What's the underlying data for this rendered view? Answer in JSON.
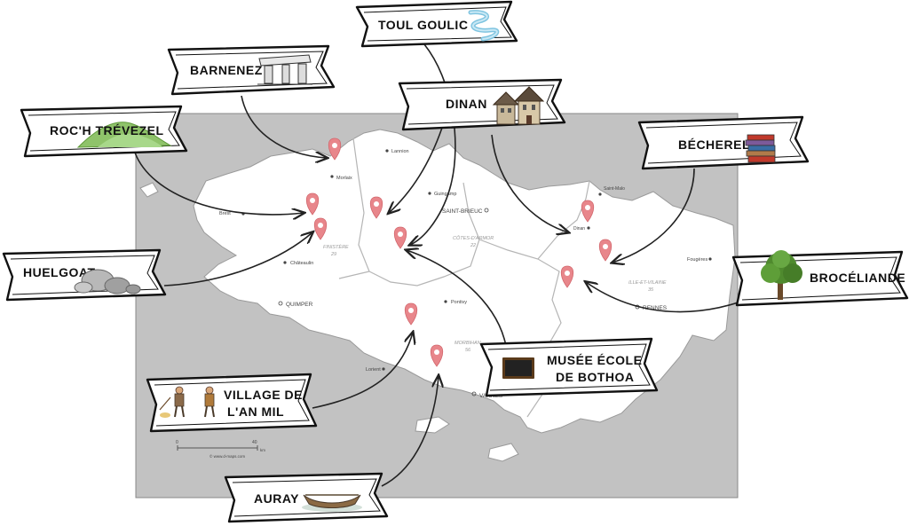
{
  "map": {
    "cities": [
      {
        "id": "lannion",
        "label": "Lannion"
      },
      {
        "id": "morlaix",
        "label": "Morlaix"
      },
      {
        "id": "brest",
        "label": "Brest"
      },
      {
        "id": "guingamp",
        "label": "Guingamp"
      },
      {
        "id": "saint-brieuc",
        "label": "SAINT-BRIEUC"
      },
      {
        "id": "saint-malo",
        "label": "Saint-Malo"
      },
      {
        "id": "dinan",
        "label": "Dinan"
      },
      {
        "id": "chateaulin",
        "label": "Châteaulin"
      },
      {
        "id": "quimper",
        "label": "QUIMPER"
      },
      {
        "id": "pontivy",
        "label": "Pontivy"
      },
      {
        "id": "fougeres",
        "label": "Fougères"
      },
      {
        "id": "rennes",
        "label": "RENNES"
      },
      {
        "id": "lorient",
        "label": "Lorient"
      },
      {
        "id": "vannes",
        "label": "VANNES"
      }
    ],
    "departments": [
      {
        "id": "finistere",
        "name": "FINISTÈRE",
        "number": "29"
      },
      {
        "id": "cotes-darmor",
        "name": "CÔTES-D'ARMOR",
        "number": "22"
      },
      {
        "id": "ille-et-vilaine",
        "name": "ILLE-ET-VILAINE",
        "number": "35"
      },
      {
        "id": "morbihan",
        "name": "MORBIHAN",
        "number": "56"
      }
    ],
    "scale": {
      "start": "0",
      "end": "40",
      "unit": "km"
    },
    "credit": "© www.d-maps.com"
  },
  "banners": [
    {
      "id": "toul-goulic",
      "label": "TOUL GOULIC",
      "icon": "river-icon"
    },
    {
      "id": "barnenez",
      "label": "BARNENEZ",
      "icon": "dolmen-icon"
    },
    {
      "id": "dinan",
      "label": "DINAN",
      "icon": "houses-icon"
    },
    {
      "id": "roch-trevezel",
      "label": "ROC'H TRÉVEZEL",
      "icon": "hill-icon"
    },
    {
      "id": "becherel",
      "label": "BÉCHEREL",
      "icon": "books-icon"
    },
    {
      "id": "huelgoat",
      "label": "HUELGOAT",
      "icon": "rocks-icon"
    },
    {
      "id": "broceliande",
      "label": "BROCÉLIANDE",
      "icon": "tree-icon"
    },
    {
      "id": "musee-line1",
      "label": "MUSÉE ÉCOLE",
      "icon": "blackboard-icon"
    },
    {
      "id": "musee-line2",
      "label": "DE BOTHOA",
      "icon": ""
    },
    {
      "id": "village-line1",
      "label": "VILLAGE DE",
      "icon": "villagers-icon"
    },
    {
      "id": "village-line2",
      "label": "L'AN MIL",
      "icon": ""
    },
    {
      "id": "auray",
      "label": "AURAY",
      "icon": "boat-icon"
    }
  ],
  "colors": {
    "pin": "#e8868b",
    "land": "#ffffff",
    "sea": "#bdbdbd",
    "banner_border": "#111111"
  }
}
